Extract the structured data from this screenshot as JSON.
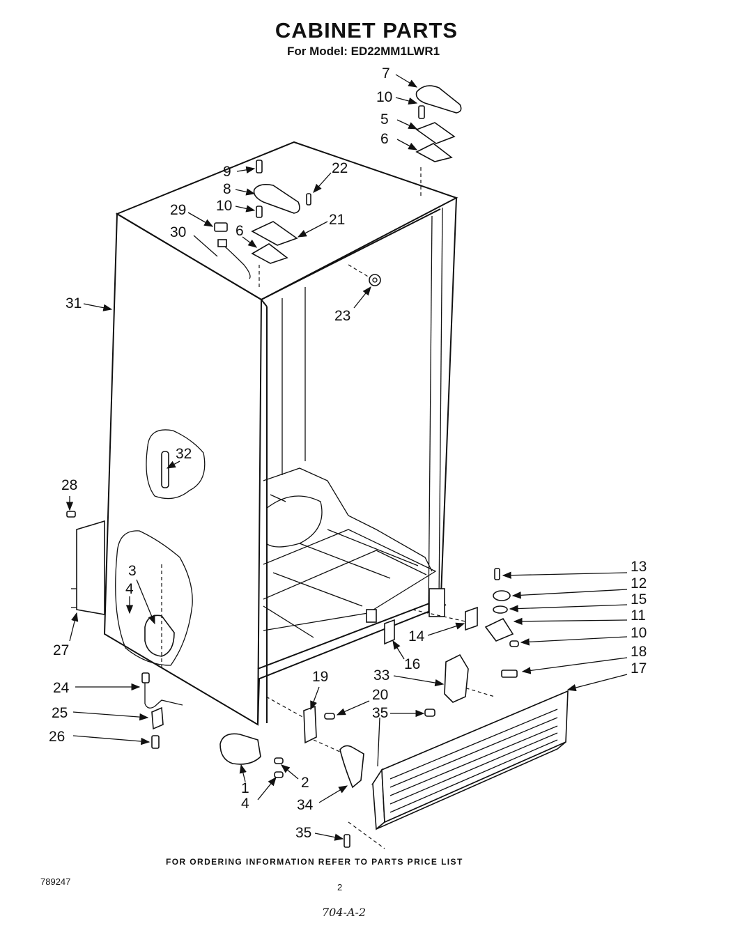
{
  "header": {
    "title": "CABINET PARTS",
    "model_line": "For Model: ED22MM1LWR1"
  },
  "footer": {
    "ordering_note": "FOR ORDERING INFORMATION REFER TO PARTS PRICE LIST",
    "document_number": "789247",
    "page_number": "2",
    "handwritten_note": "704-A-2"
  },
  "callouts": {
    "c1": "1",
    "c2": "2",
    "c3": "3",
    "c4a": "4",
    "c4b": "4",
    "c5": "5",
    "c6a": "6",
    "c6b": "6",
    "c7": "7",
    "c8": "8",
    "c9": "9",
    "c10a": "10",
    "c10b": "10",
    "c10c": "10",
    "c11": "11",
    "c12": "12",
    "c13": "13",
    "c14": "14",
    "c15": "15",
    "c16": "16",
    "c17": "17",
    "c18": "18",
    "c19": "19",
    "c20": "20",
    "c21": "21",
    "c22": "22",
    "c23": "23",
    "c24": "24",
    "c25": "25",
    "c26": "26",
    "c27": "27",
    "c28": "28",
    "c29": "29",
    "c30": "30",
    "c31": "31",
    "c32": "32",
    "c33": "33",
    "c34": "34",
    "c35a": "35",
    "c35b": "35"
  }
}
